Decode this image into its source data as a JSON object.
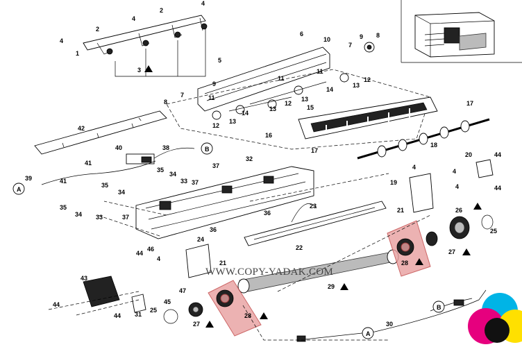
{
  "diagram": {
    "watermark": "WWW.COPY-YADAK.COM",
    "callouts": [
      {
        "id": "c1",
        "text": "1"
      },
      {
        "id": "c2a",
        "text": "2"
      },
      {
        "id": "c2b",
        "text": "2"
      },
      {
        "id": "c3",
        "text": "3"
      },
      {
        "id": "c4a",
        "text": "4"
      },
      {
        "id": "c4b",
        "text": "4"
      },
      {
        "id": "c4c",
        "text": "4"
      },
      {
        "id": "c5",
        "text": "5"
      },
      {
        "id": "c6",
        "text": "6"
      },
      {
        "id": "c7a",
        "text": "7"
      },
      {
        "id": "c7b",
        "text": "7"
      },
      {
        "id": "c8a",
        "text": "8"
      },
      {
        "id": "c8b",
        "text": "8"
      },
      {
        "id": "c9a",
        "text": "9"
      },
      {
        "id": "c9b",
        "text": "9"
      },
      {
        "id": "c10",
        "text": "10"
      },
      {
        "id": "c11a",
        "text": "11"
      },
      {
        "id": "c11b",
        "text": "11"
      },
      {
        "id": "c11c",
        "text": "11"
      },
      {
        "id": "c12a",
        "text": "12"
      },
      {
        "id": "c12b",
        "text": "12"
      },
      {
        "id": "c12c",
        "text": "12"
      },
      {
        "id": "c13a",
        "text": "13"
      },
      {
        "id": "c13b",
        "text": "13"
      },
      {
        "id": "c13c",
        "text": "13"
      },
      {
        "id": "c13d",
        "text": "13"
      },
      {
        "id": "c14a",
        "text": "14"
      },
      {
        "id": "c14b",
        "text": "14"
      },
      {
        "id": "c15",
        "text": "15"
      },
      {
        "id": "c16",
        "text": "16"
      },
      {
        "id": "c17a",
        "text": "17"
      },
      {
        "id": "c17b",
        "text": "17"
      },
      {
        "id": "c18",
        "text": "18"
      },
      {
        "id": "c19",
        "text": "19"
      },
      {
        "id": "c20",
        "text": "20"
      },
      {
        "id": "c21a",
        "text": "21"
      },
      {
        "id": "c21b",
        "text": "21"
      },
      {
        "id": "c22",
        "text": "22"
      },
      {
        "id": "c23",
        "text": "23"
      },
      {
        "id": "c24",
        "text": "24"
      },
      {
        "id": "c25a",
        "text": "25"
      },
      {
        "id": "c25b",
        "text": "25"
      },
      {
        "id": "c26",
        "text": "26"
      },
      {
        "id": "c27a",
        "text": "27"
      },
      {
        "id": "c27b",
        "text": "27"
      },
      {
        "id": "c28a",
        "text": "28"
      },
      {
        "id": "c28b",
        "text": "28"
      },
      {
        "id": "c29",
        "text": "29"
      },
      {
        "id": "c30",
        "text": "30"
      },
      {
        "id": "c31",
        "text": "31"
      },
      {
        "id": "c32",
        "text": "32"
      },
      {
        "id": "c33a",
        "text": "33"
      },
      {
        "id": "c33b",
        "text": "33"
      },
      {
        "id": "c34a",
        "text": "34"
      },
      {
        "id": "c34b",
        "text": "34"
      },
      {
        "id": "c34c",
        "text": "34"
      },
      {
        "id": "c35a",
        "text": "35"
      },
      {
        "id": "c35b",
        "text": "35"
      },
      {
        "id": "c35c",
        "text": "35"
      },
      {
        "id": "c36a",
        "text": "36"
      },
      {
        "id": "c36b",
        "text": "36"
      },
      {
        "id": "c37a",
        "text": "37"
      },
      {
        "id": "c37b",
        "text": "37"
      },
      {
        "id": "c37c",
        "text": "37"
      },
      {
        "id": "c38",
        "text": "38"
      },
      {
        "id": "c39",
        "text": "39"
      },
      {
        "id": "c40",
        "text": "40"
      },
      {
        "id": "c41a",
        "text": "41"
      },
      {
        "id": "c41b",
        "text": "41"
      },
      {
        "id": "c42",
        "text": "42"
      },
      {
        "id": "c43",
        "text": "43"
      },
      {
        "id": "c44a",
        "text": "44"
      },
      {
        "id": "c44b",
        "text": "44"
      },
      {
        "id": "c44c",
        "text": "44"
      },
      {
        "id": "c44d",
        "text": "44"
      },
      {
        "id": "c44e",
        "text": "44"
      },
      {
        "id": "c45",
        "text": "45"
      },
      {
        "id": "c46",
        "text": "46"
      },
      {
        "id": "c47",
        "text": "47"
      },
      {
        "id": "c4d",
        "text": "4"
      },
      {
        "id": "c4e",
        "text": "4"
      },
      {
        "id": "c4f",
        "text": "4"
      },
      {
        "id": "c4g",
        "text": "4"
      }
    ],
    "connectors": [
      {
        "id": "cnA1",
        "text": "A"
      },
      {
        "id": "cnA2",
        "text": "A"
      },
      {
        "id": "cnB1",
        "text": "B"
      },
      {
        "id": "cnB2",
        "text": "B"
      }
    ],
    "colors": {
      "highlight": "#e8a0a0",
      "cyan": "#00b4e6",
      "magenta": "#e6007e",
      "yellow": "#ffe000",
      "black": "#111111"
    }
  }
}
